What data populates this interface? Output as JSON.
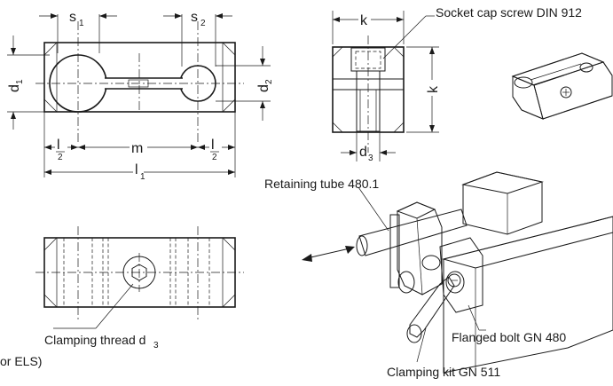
{
  "dimensions": {
    "s1": {
      "main": "s",
      "sub": "1"
    },
    "s2": {
      "main": "s",
      "sub": "2"
    },
    "d1": {
      "main": "d",
      "sub": "1"
    },
    "d2": {
      "main": "d",
      "sub": "2"
    },
    "d3": {
      "main": "d",
      "sub": "3"
    },
    "k_top": "k",
    "k_side": "k",
    "m": "m",
    "l2_left": {
      "main": "l",
      "sub": "2"
    },
    "l2_right": {
      "main": "l",
      "sub": "2"
    },
    "l1": {
      "main": "l",
      "sub": "1"
    }
  },
  "labels": {
    "socket_cap_screw": "Socket cap screw DIN 912",
    "retaining_tube": "Retaining tube 480.1",
    "flanged_bolt": "Flanged bolt GN 480",
    "clamping_kit": "Clamping kit GN 511",
    "clamping_thread": "Clamping thread d",
    "clamping_thread_sub": "3",
    "partial_note": "or ELS)"
  }
}
